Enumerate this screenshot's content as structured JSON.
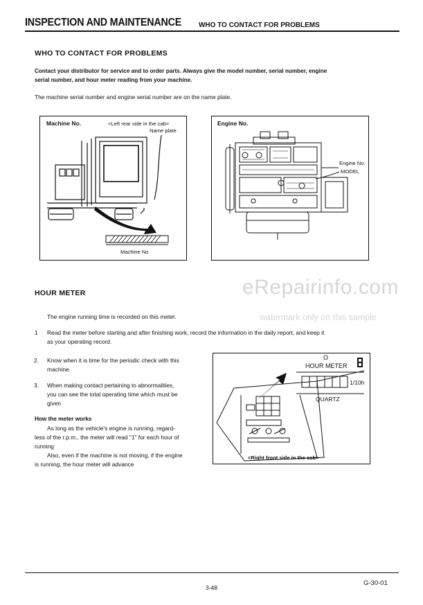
{
  "header": {
    "main": "INSPECTION AND MAINTENANCE",
    "sub": "WHO TO CONTACT FOR PROBLEMS"
  },
  "contact": {
    "title": "WHO TO CONTACT FOR PROBLEMS",
    "intro_line1": "Contact your distributor for service and to order parts. Always give the model number, serial number, engine",
    "intro_line2": "serial number, and hour meter reading from your machine.",
    "plate_note": "The machine serial number and engine serial number are on the name plate."
  },
  "machine_box": {
    "label": "Machine No.",
    "location": "<Left rear side in the cab>",
    "name_plate": "Name plate",
    "caption": "Machine No"
  },
  "engine_box": {
    "label": "Engine No.",
    "callout_engine": "Engine No.",
    "callout_model": "MODEL"
  },
  "hour_meter": {
    "title": "HOUR METER",
    "intro": "The engine running time is recorded on this meter.",
    "items": [
      {
        "num": "1",
        "line1": "Read the meter before starting and after finishing work, record the information in the daily report, and keep it",
        "line2": "as your operating record."
      },
      {
        "num": "2.",
        "line1": "Know when it is time for the periodic check with this",
        "line2": "machine."
      },
      {
        "num": "3.",
        "line1": "When making contact pertaining to abnormalities,",
        "line2": "you can see the total operating time which must be",
        "line3": "given"
      }
    ],
    "how_title": "How the meter works",
    "how_lines": [
      "As long as the vehicle's engine is running, regard-",
      "less of the r.p.m., the meter will read \"1\" for each hour of",
      "running",
      "Also, even if the machine is not moving, if the engine",
      "is running, the hour meter will advance"
    ]
  },
  "meter_box": {
    "circle": "O",
    "label": "HOUR METER",
    "unit": "1/10h",
    "brand": "QUARTZ",
    "caption": "<Right front side in the cab>"
  },
  "watermark": {
    "site": "eRepairinfo.com",
    "note": "watermark only on this sample"
  },
  "footer": {
    "page": "3-48",
    "code": "G-30-01"
  }
}
